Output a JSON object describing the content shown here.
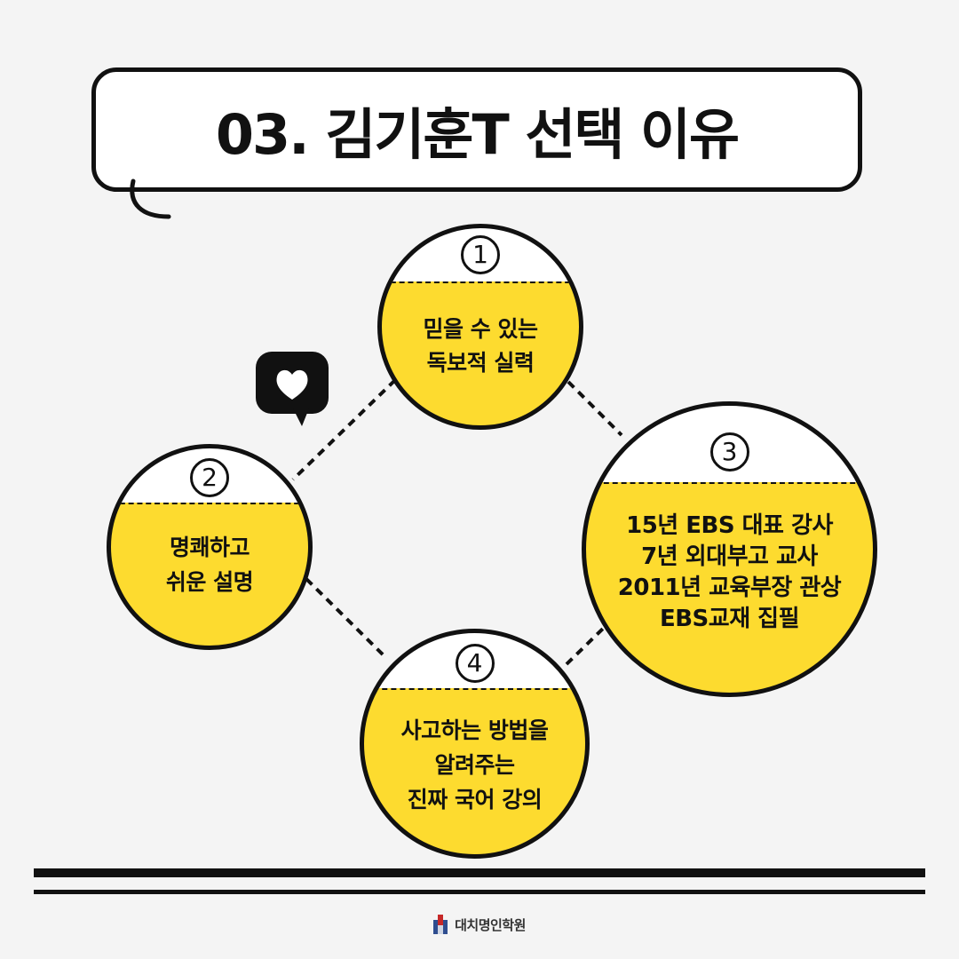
{
  "title": "03. 김기훈T 선택 이유",
  "reasons": [
    {
      "number": "1",
      "lines": [
        "믿을 수 있는",
        "독보적 실력"
      ]
    },
    {
      "number": "2",
      "lines": [
        "명쾌하고",
        "쉬운 설명"
      ]
    },
    {
      "number": "3",
      "lines": [
        "15년 EBS 대표 강사",
        "7년 외대부고 교사",
        "2011년 교육부장 관상",
        "EBS교재 집필"
      ]
    },
    {
      "number": "4",
      "lines": [
        "사고하는 방법을",
        "알려주는",
        "진짜 국어 강의"
      ]
    }
  ],
  "icons": {
    "heart_chat": "heart-chat-bubble-icon",
    "logo": "academy-logo-icon"
  },
  "footer": {
    "brand": "대치명인학원"
  },
  "colors": {
    "accent": "#fddb2f",
    "ink": "#111111",
    "background": "#f4f4f4"
  }
}
